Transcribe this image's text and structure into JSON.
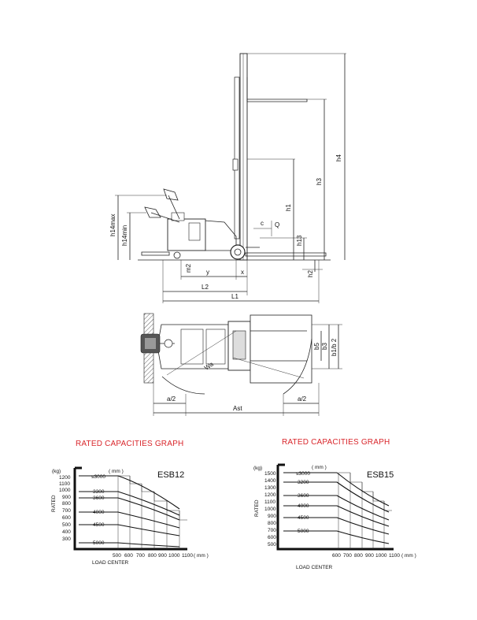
{
  "side_view": {
    "labels": {
      "h4": "h4",
      "h3": "h3",
      "h1": "h1",
      "h13": "h13",
      "h2": "h2",
      "h14max": "h14max",
      "h14min": "h14min",
      "c": "c",
      "Q": "Q",
      "y": "y",
      "x": "x",
      "m2": "m2",
      "L2": "L2",
      "L1": "L1"
    }
  },
  "top_view": {
    "labels": {
      "b5": "b5",
      "b3": "b3",
      "b1b2": "b1/b 2",
      "Wa": "Wa",
      "a2_left": "a/2",
      "a2_right": "a/2",
      "Ast": "Ast"
    }
  },
  "graphs": [
    {
      "section_title": "RATED CAPACITIES GRAPH",
      "model": "ESB12",
      "unit_kg": "(kg)",
      "rated_label": "RATED",
      "y_ticks": [
        "1200",
        "1100",
        "1000",
        "900",
        "800",
        "700",
        "600",
        "500",
        "400",
        "300"
      ],
      "height_mm_label": "( mm )",
      "lift_heights": [
        "≤3000",
        "3300",
        "3600",
        "4000",
        "4500",
        "5000"
      ],
      "x_ticks": [
        "500",
        "600",
        "700",
        "800",
        "900",
        "1000",
        "1100"
      ],
      "x_unit": "( mm )",
      "x_label": "LOAD CENTER"
    },
    {
      "section_title": "RATED CAPACITIES GRAPH",
      "model": "ESB15",
      "unit_kg": "(kg)",
      "rated_label": "RATED",
      "y_ticks": [
        "1500",
        "1400",
        "1300",
        "1200",
        "1100",
        "1000",
        "900",
        "800",
        "700",
        "600",
        "500"
      ],
      "height_mm_label": "( mm )",
      "lift_heights": [
        "≤3000",
        "3200",
        "3600",
        "4000",
        "4500",
        "5000"
      ],
      "x_ticks": [
        "600",
        "700",
        "800",
        "900",
        "1000",
        "1100"
      ],
      "x_unit": "( mm )",
      "x_label": "LOAD CENTER"
    }
  ]
}
